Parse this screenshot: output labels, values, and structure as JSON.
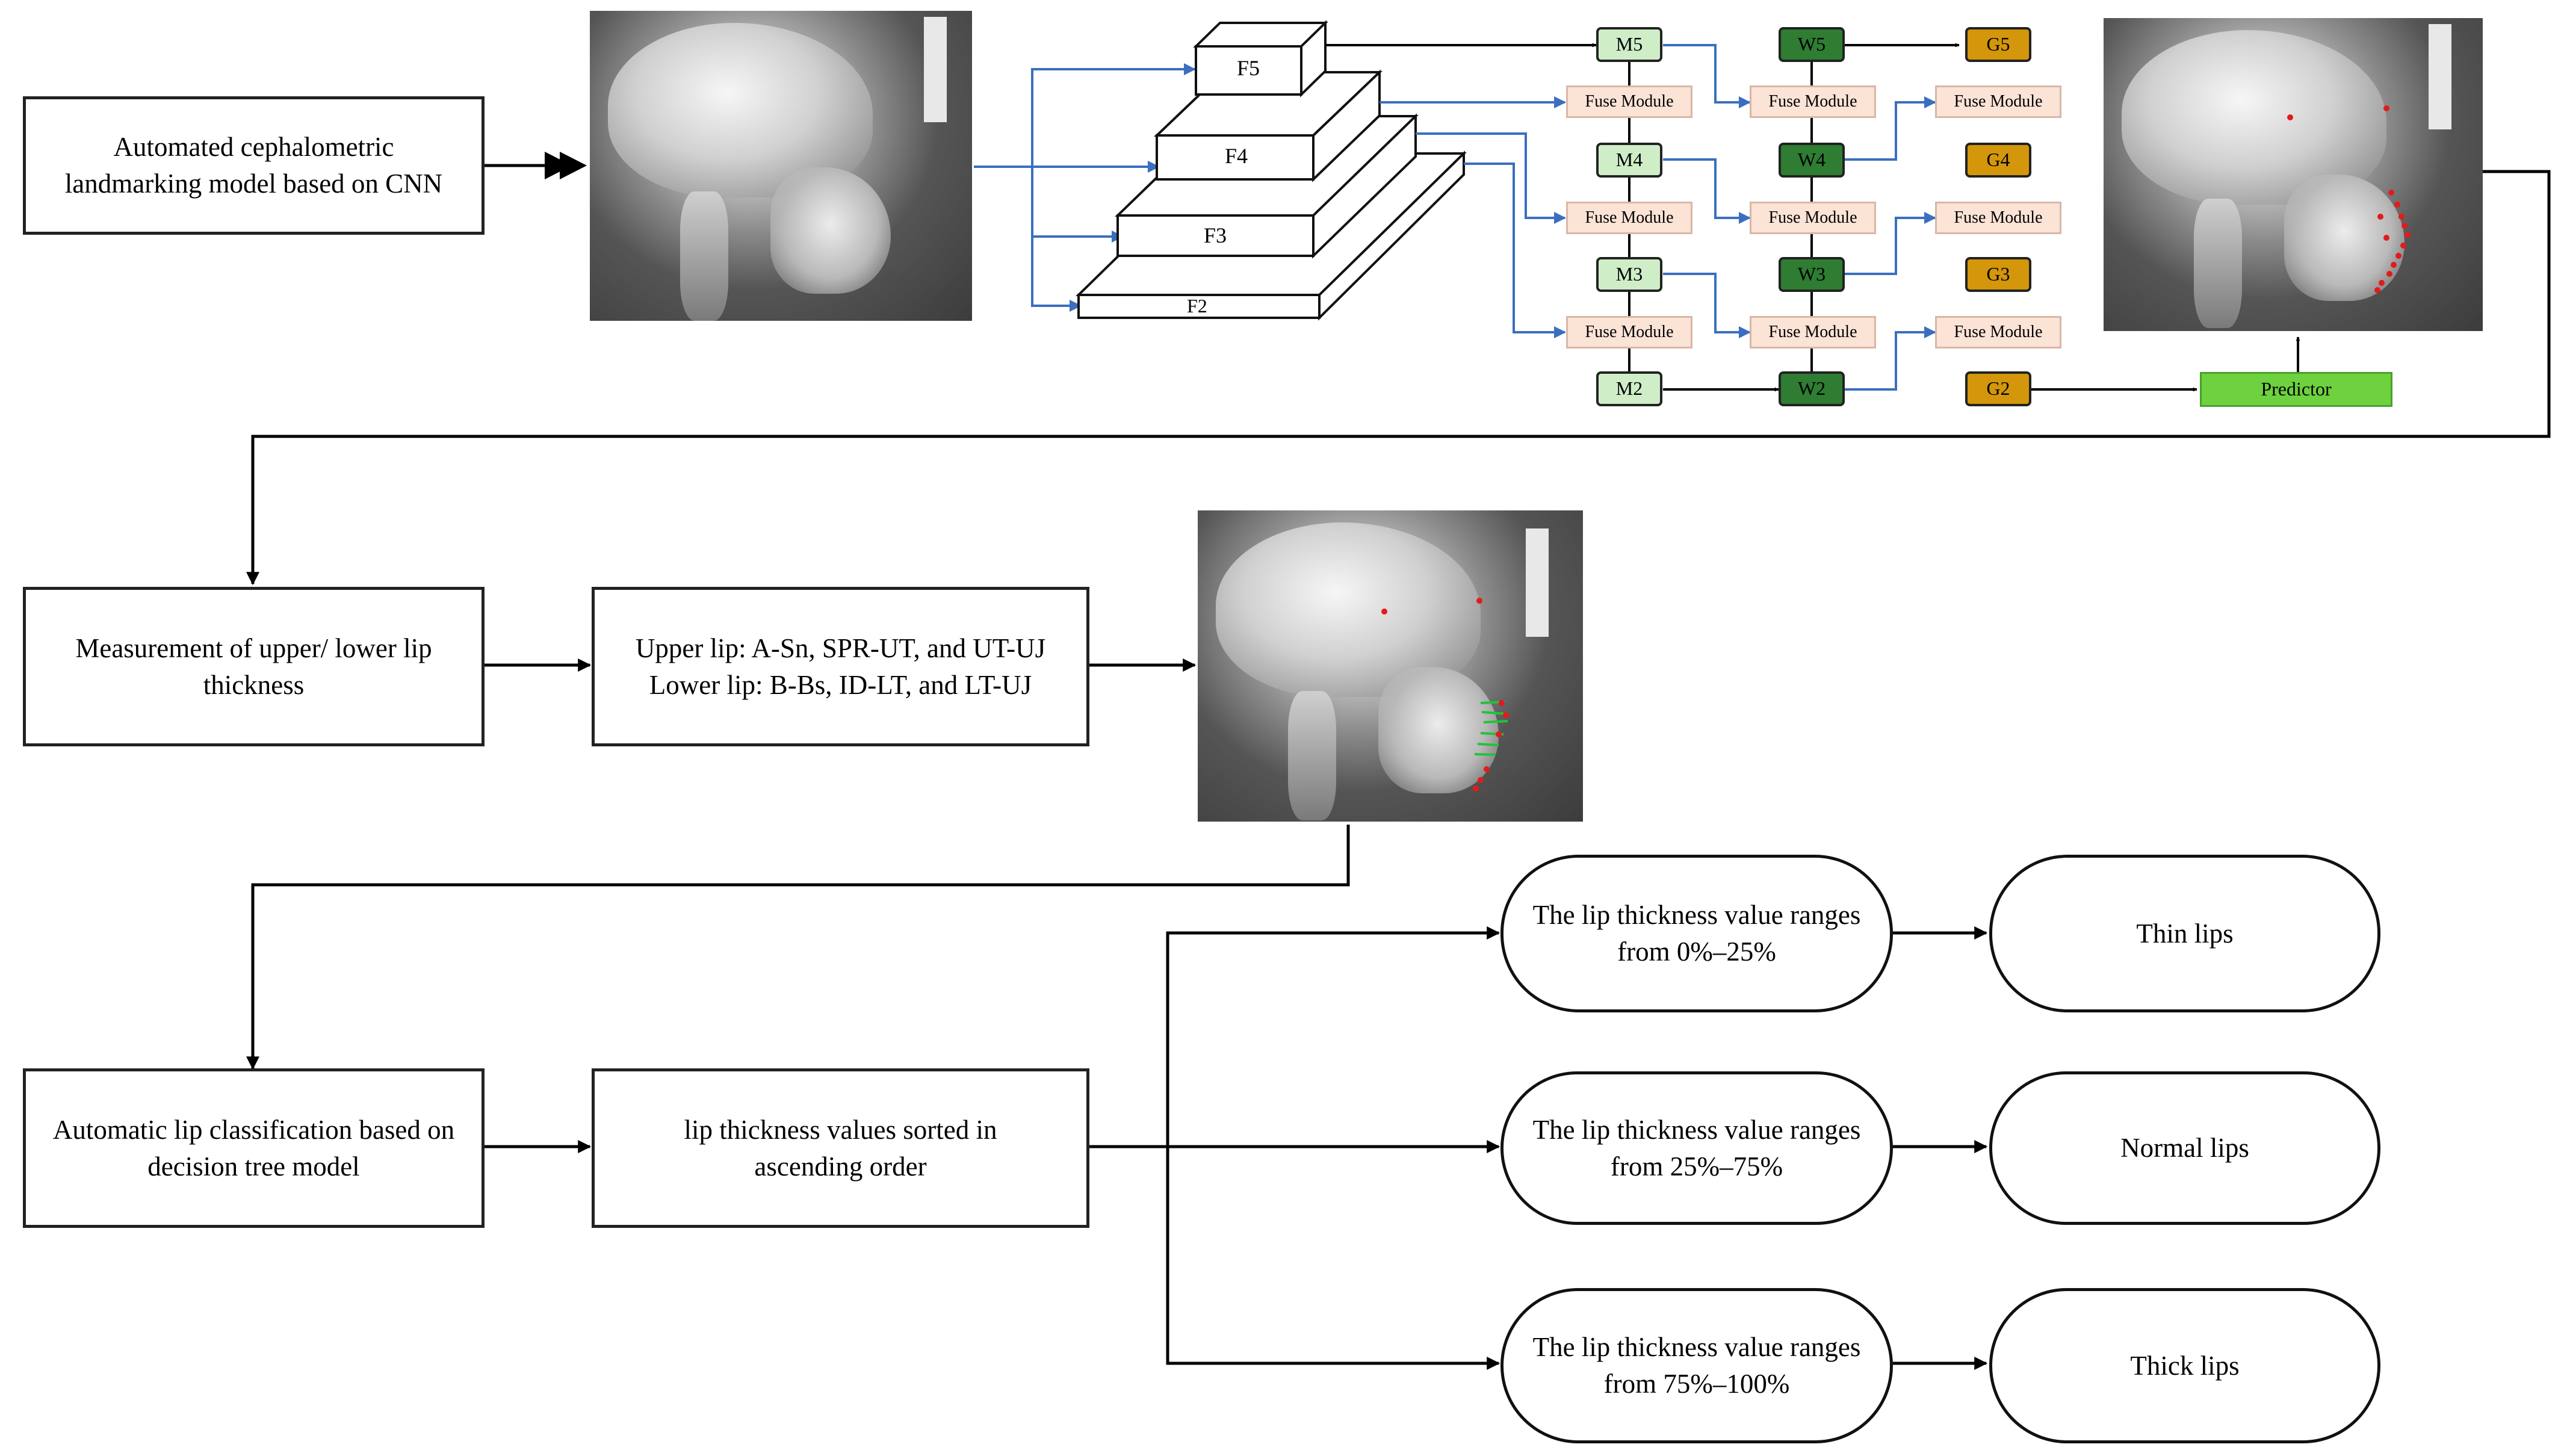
{
  "top_row": {
    "step1_box": "Automated cephalometric landmarking model based on CNN",
    "predictor": "Predictor",
    "features": [
      "F5",
      "F4",
      "F3",
      "F2"
    ],
    "m_nodes": [
      "M5",
      "M4",
      "M3",
      "M2"
    ],
    "w_nodes": [
      "W5",
      "W4",
      "W3",
      "W2"
    ],
    "g_nodes": [
      "G5",
      "G4",
      "G3",
      "G2"
    ],
    "fuse_label": "Fuse Module"
  },
  "middle_row": {
    "measure_box": "Measurement of upper/ lower lip thickness",
    "lip_lines": [
      "Upper lip: A-Sn, SPR-UT, and UT-UJ",
      "Lower lip: B-Bs, ID-LT, and LT-UJ"
    ]
  },
  "bottom_row": {
    "classify_box": "Automatic lip classification based on decision tree model",
    "sort_box": "lip thickness values sorted in ascending order",
    "ranges": [
      "The lip thickness value ranges from 0%–25%",
      "The lip thickness value ranges from 25%–75%",
      "The lip thickness value ranges from 75%–100%"
    ],
    "outcomes": [
      "Thin lips",
      "Normal lips",
      "Thick lips"
    ]
  },
  "colors": {
    "m_node": "#cfeec8",
    "w_node": "#2e7d32",
    "g_node": "#d4960a",
    "fuse_module": "#fbe3d6",
    "predictor": "#6ed13f",
    "blue_arrow": "#3a6fc0"
  }
}
